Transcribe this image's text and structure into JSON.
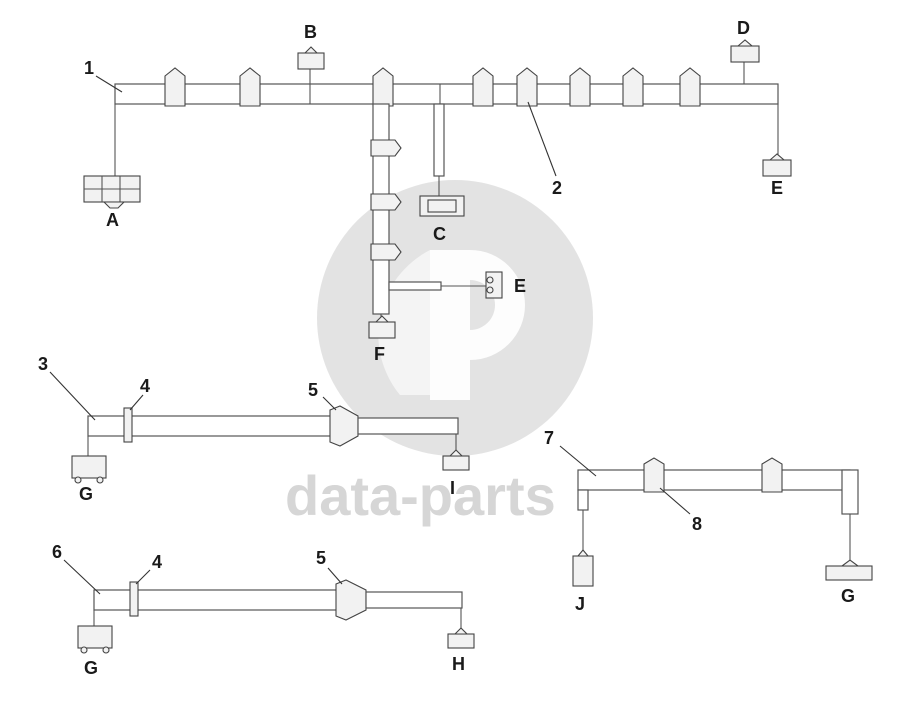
{
  "watermark": {
    "text": "data-parts",
    "color": "#cfcfcf"
  },
  "labels": {
    "n1": "1",
    "n2": "2",
    "n3": "3",
    "n4a": "4",
    "n4b": "4",
    "n5a": "5",
    "n5b": "5",
    "n6": "6",
    "n7": "7",
    "n8": "8",
    "A": "A",
    "B": "B",
    "C": "C",
    "D": "D",
    "E1": "E",
    "E2": "E",
    "F": "F",
    "G1": "G",
    "G2": "G",
    "G3": "G",
    "H": "H",
    "I": "I",
    "J": "J"
  },
  "colors": {
    "line": "#555555",
    "label": "#1a1a1a",
    "background": "#ffffff"
  }
}
